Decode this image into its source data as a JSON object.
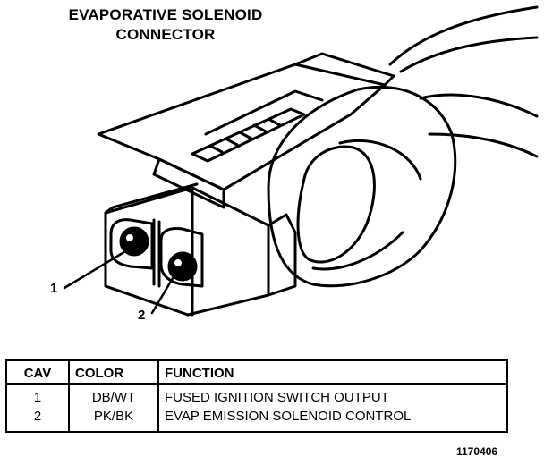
{
  "title": {
    "line1": "EVAPORATIVE SOLENOID",
    "line2": "CONNECTOR"
  },
  "callouts": {
    "pin1": "1",
    "pin2": "2"
  },
  "table": {
    "headers": [
      "CAV",
      "COLOR",
      "FUNCTION"
    ],
    "rows": [
      {
        "cav": "1",
        "color": "DB/WT",
        "function": "FUSED IGNITION SWITCH OUTPUT"
      },
      {
        "cav": "2",
        "color": "PK/BK",
        "function": "EVAP EMISSION SOLENOID CONTROL"
      }
    ]
  },
  "figure_id": "1170406"
}
